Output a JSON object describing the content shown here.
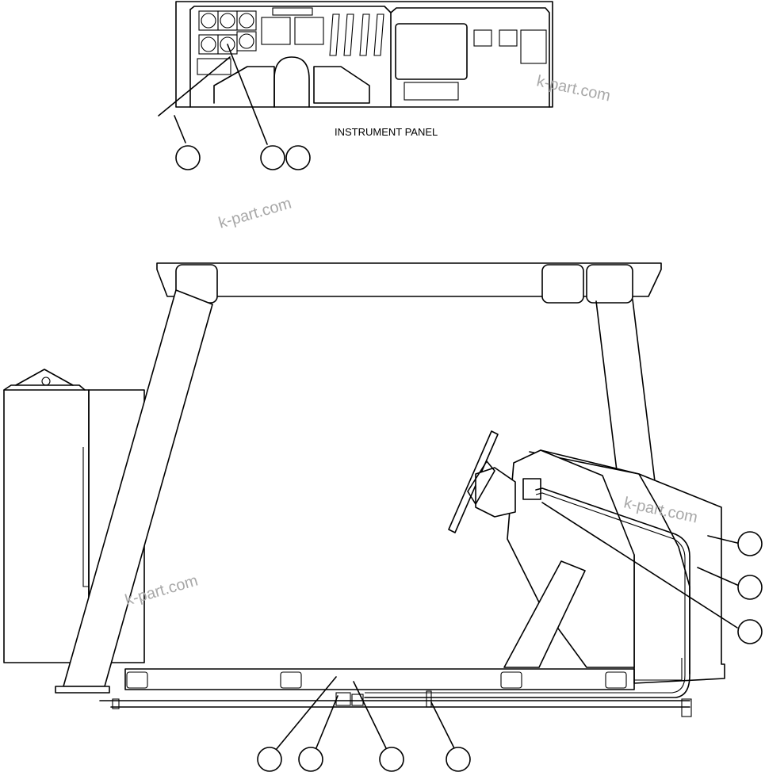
{
  "panel_label": "INSTRUMENT PANEL",
  "watermarks": [
    "k-part.com",
    "k-part.com",
    "k-part.com",
    "k-part.com"
  ],
  "callout_count": 10
}
